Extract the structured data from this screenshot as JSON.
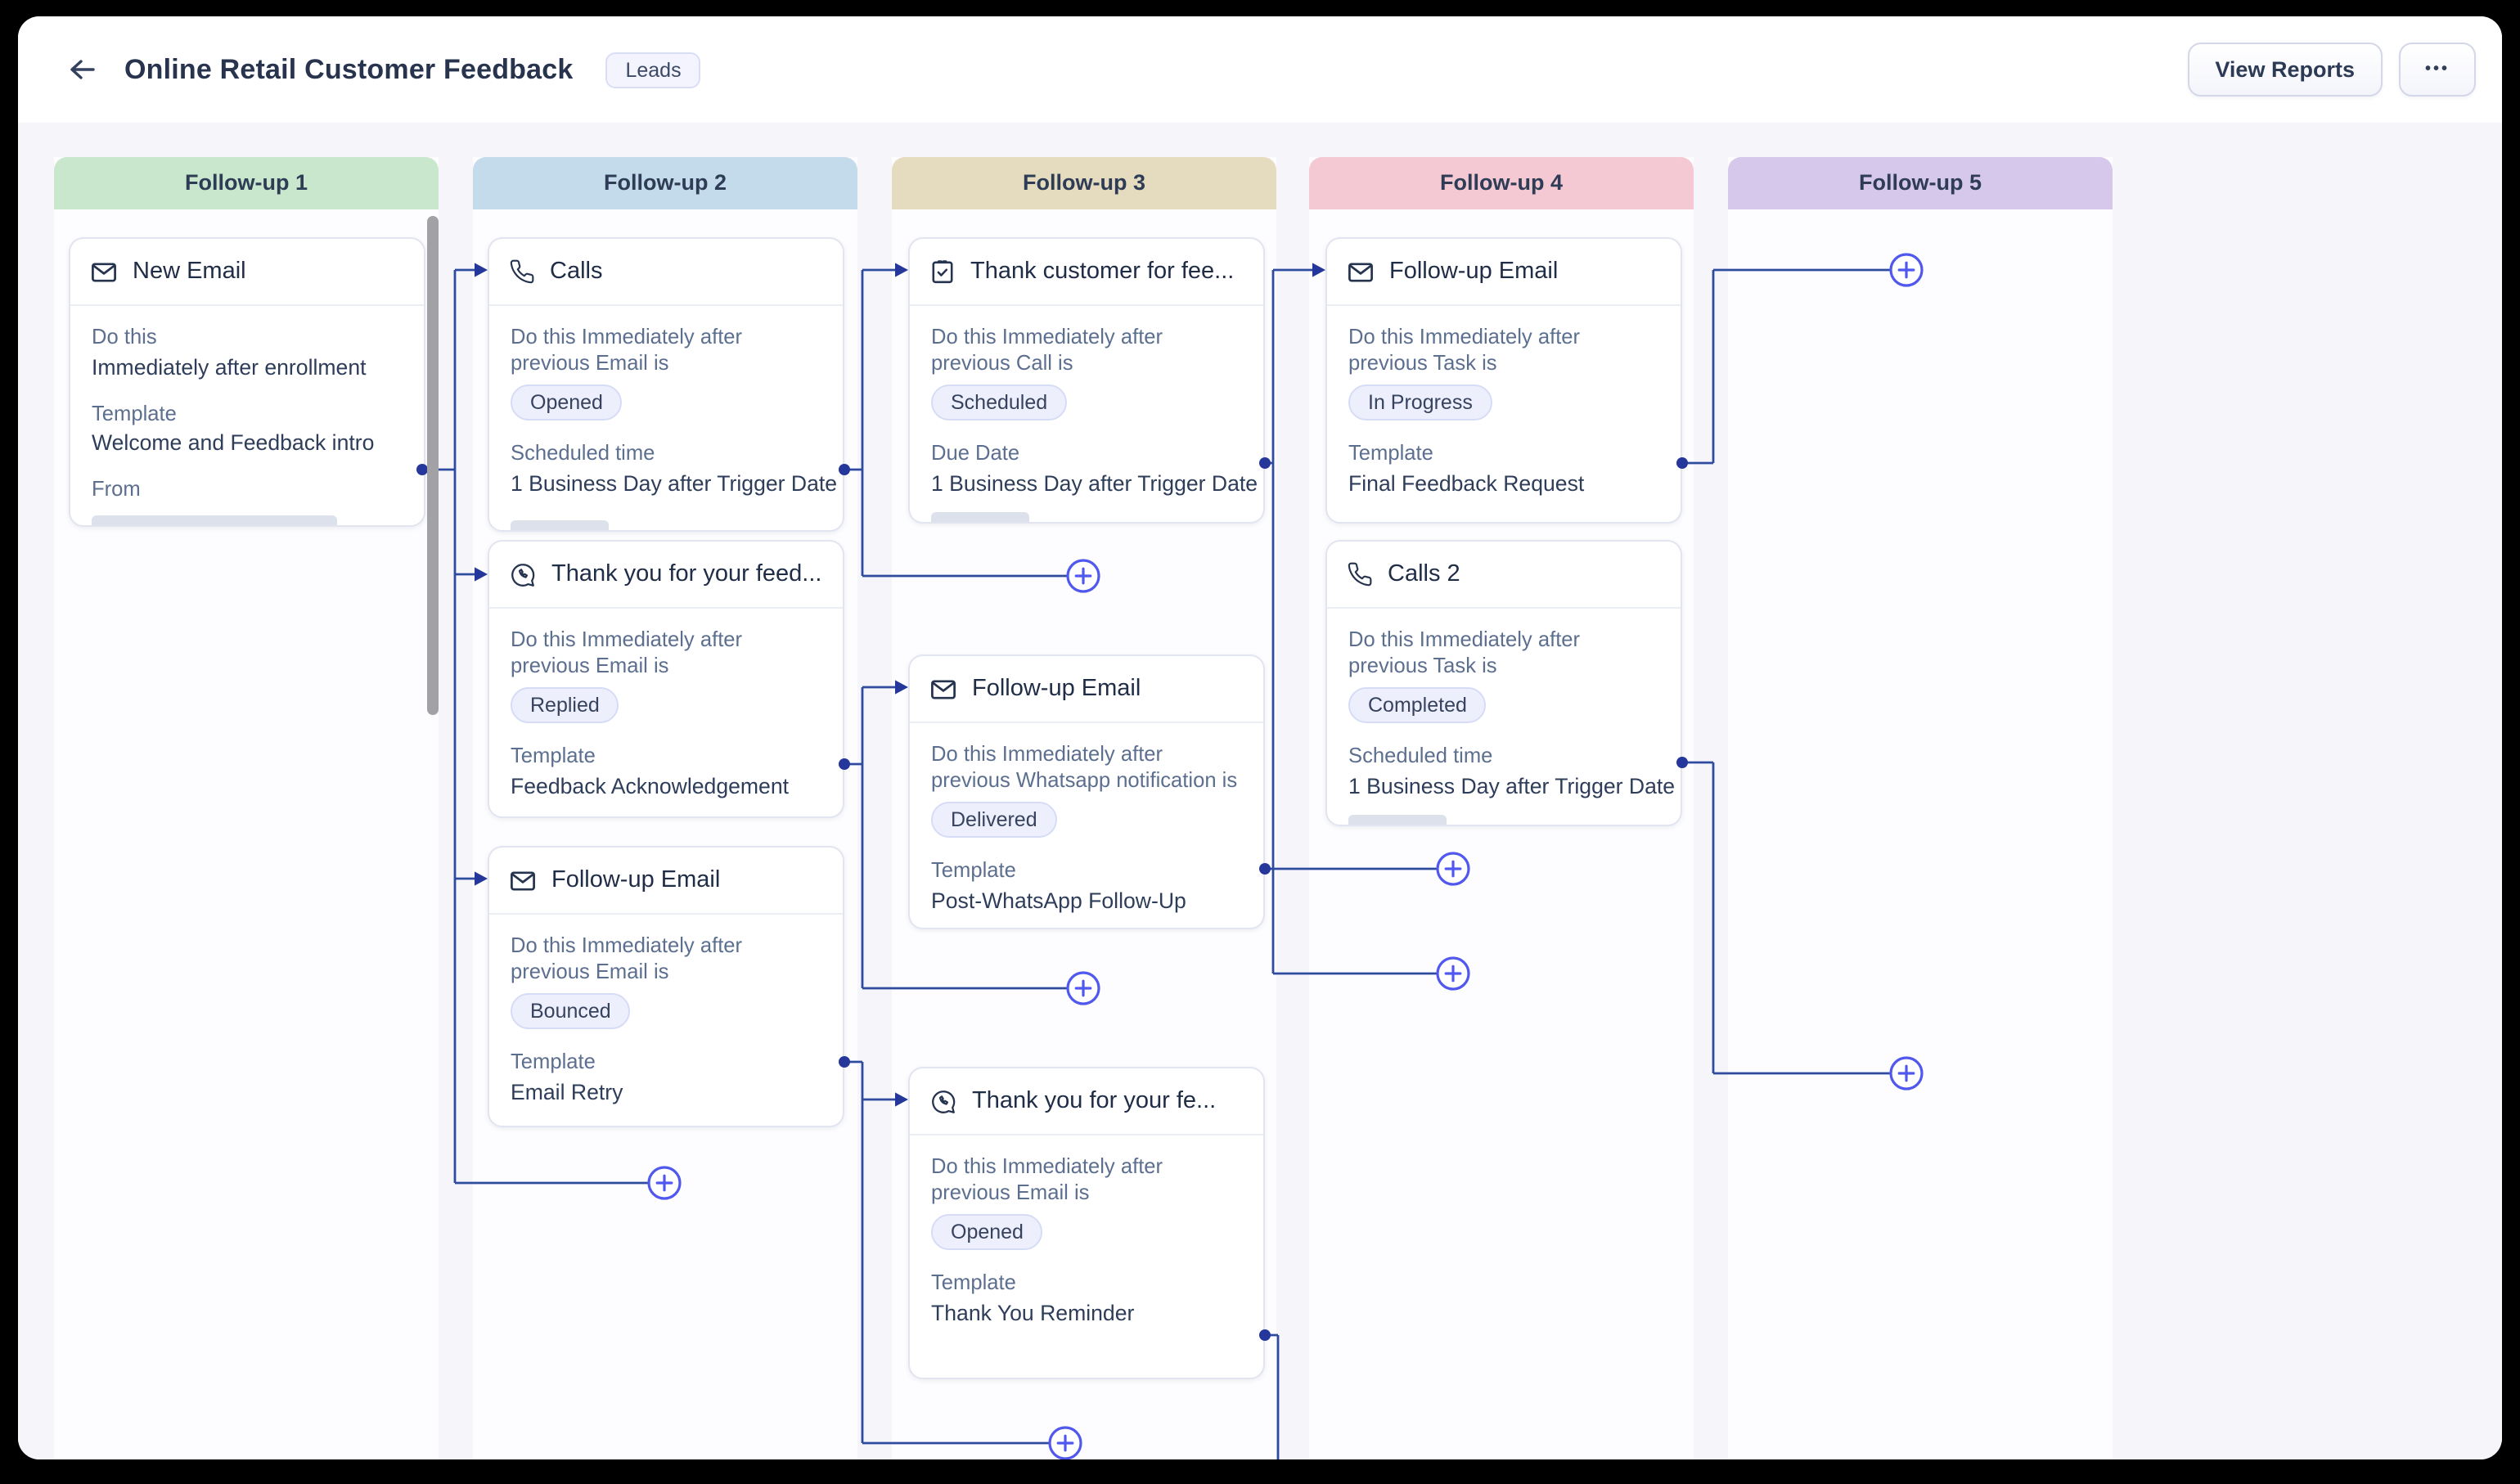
{
  "header": {
    "title": "Online Retail Customer Feedback",
    "module_badge": "Leads",
    "view_reports_label": "View Reports",
    "more_label": "•••"
  },
  "columns": [
    {
      "label": "Follow-up 1",
      "color": "#c8e7cc"
    },
    {
      "label": "Follow-up 2",
      "color": "#c3dbeb"
    },
    {
      "label": "Follow-up 3",
      "color": "#e5dcc0"
    },
    {
      "label": "Follow-up 4",
      "color": "#f4c9d4"
    },
    {
      "label": "Follow-up 5",
      "color": "#d6c8eb"
    }
  ],
  "cards": [
    {
      "icon": "email-icon",
      "title": "New Email",
      "fields": [
        {
          "label": "Do this",
          "value": "Immediately after enrollment"
        },
        {
          "label": "Template",
          "value": "Welcome and Feedback intro"
        },
        {
          "label": "From"
        }
      ]
    },
    {
      "icon": "phone-icon",
      "title": "Calls",
      "fields": [
        {
          "label": "Do this Immediately after previous Email is",
          "badge": "Opened"
        },
        {
          "label": "Scheduled time",
          "value": "1 Business Day after Trigger Date"
        }
      ]
    },
    {
      "icon": "whatsapp-icon",
      "title": "Thank you for your feed...",
      "fields": [
        {
          "label": "Do this Immediately after previous Email is",
          "badge": "Replied"
        },
        {
          "label": "Template",
          "value": "Feedback Acknowledgement"
        }
      ]
    },
    {
      "icon": "email-icon",
      "title": "Follow-up Email",
      "fields": [
        {
          "label": "Do this Immediately after previous Email is",
          "badge": "Bounced"
        },
        {
          "label": "Template",
          "value": "Email Retry"
        }
      ]
    },
    {
      "icon": "task-icon",
      "title": "Thank customer for fee...",
      "fields": [
        {
          "label": "Do this Immediately after previous Call is",
          "badge": "Scheduled"
        },
        {
          "label": "Due Date",
          "value": "1 Business Day after Trigger Date"
        }
      ]
    },
    {
      "icon": "email-icon",
      "title": "Follow-up Email",
      "fields": [
        {
          "label": "Do this Immediately after previous Whatsapp notification is",
          "badge": "Delivered"
        },
        {
          "label": "Template",
          "value": "Post-WhatsApp Follow-Up"
        }
      ]
    },
    {
      "icon": "whatsapp-icon",
      "title": "Thank you for your fe...",
      "fields": [
        {
          "label": "Do this Immediately after previous Email is",
          "badge": "Opened"
        },
        {
          "label": "Template",
          "value": "Thank You Reminder"
        }
      ]
    },
    {
      "icon": "email-icon",
      "title": "Follow-up Email",
      "fields": [
        {
          "label": "Do this Immediately after previous Task is",
          "badge": "In Progress"
        },
        {
          "label": "Template",
          "value": "Final Feedback Request"
        }
      ]
    },
    {
      "icon": "phone-icon",
      "title": "Calls 2",
      "fields": [
        {
          "label": "Do this Immediately after previous Task is",
          "badge": "Completed"
        },
        {
          "label": "Scheduled time",
          "value": "1 Business Day after Trigger Date"
        }
      ]
    }
  ],
  "theme": {
    "line": "#2e4ba0",
    "node-dot": "#26379b",
    "plus": "#5058ee",
    "scrollbar": "#a2a2a6",
    "card-border": "#e2e5ef",
    "badge-bg": "#edf0fc",
    "badge-border": "#d6dcf6",
    "label": "#5d6f8f",
    "value": "#2e3d59",
    "title": "#202d47"
  }
}
